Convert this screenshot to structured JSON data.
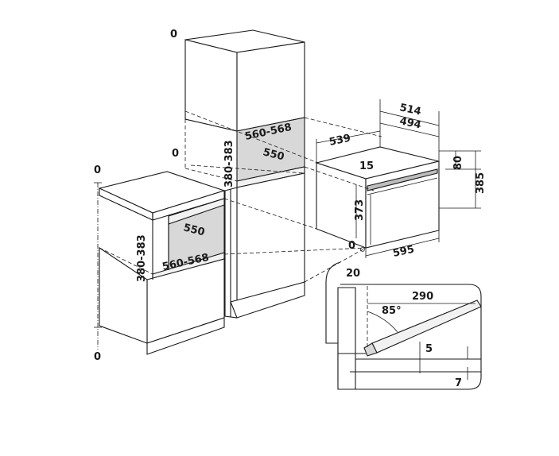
{
  "colors": {
    "line": "#1a1a1a",
    "cavity_fill": "#d8d8d8",
    "background": "#ffffff"
  },
  "tall_unit": {
    "top_offset": "0",
    "mid_offset": "0",
    "niche_width": "560-568",
    "niche_depth": "550",
    "niche_height": "380-383"
  },
  "low_unit": {
    "top_offset": "0",
    "bottom_offset": "0",
    "niche_depth": "550",
    "niche_height": "380-383",
    "niche_width": "560-568"
  },
  "oven": {
    "depth_total": "514",
    "depth_body": "494",
    "depth_with_front": "539",
    "height_total": "385",
    "top_gap": "80",
    "panel_offset": "15",
    "body_height": "373",
    "width": "595",
    "origin": "0"
  },
  "door_detail": {
    "offset": "20",
    "door_depth": "290",
    "angle": "85°",
    "gap_5": "5",
    "gap_7": "7"
  }
}
